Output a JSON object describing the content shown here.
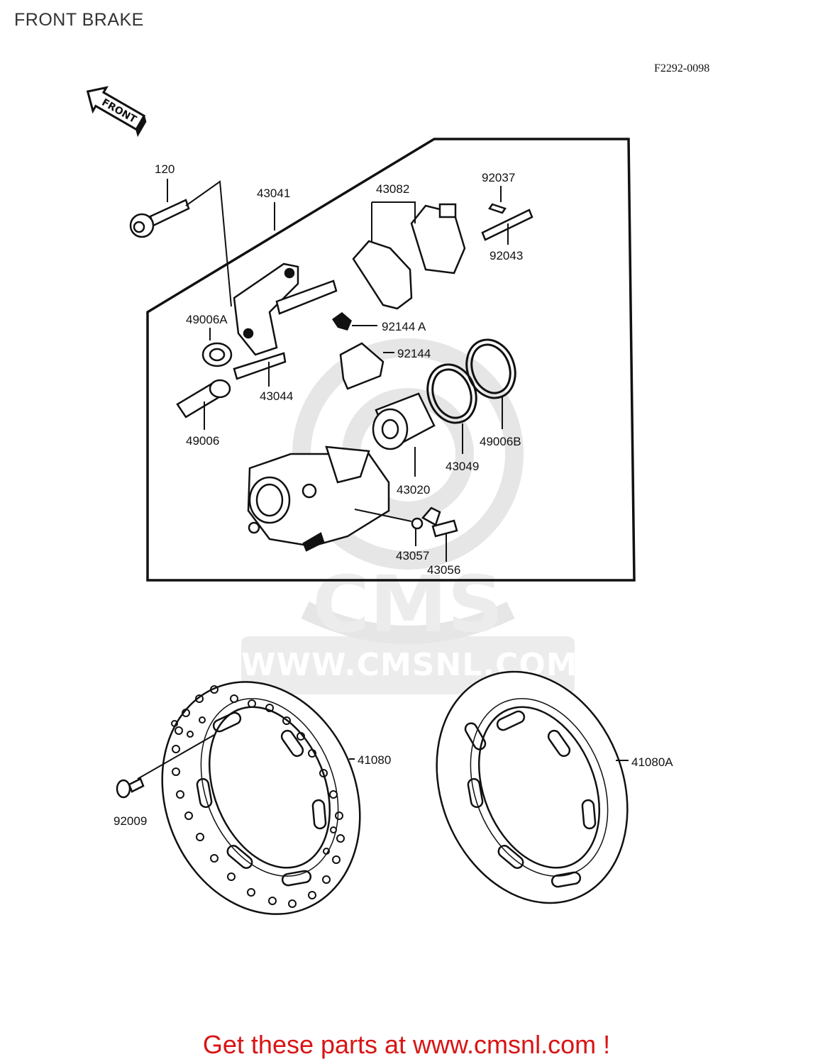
{
  "title": "FRONT BRAKE",
  "diagram_code": "F2292-0098",
  "front_arrow_label": "FRONT",
  "watermark": {
    "logo_text": "CMS",
    "url_text": "WWW.CMSNL.COM"
  },
  "parts": {
    "p120": "120",
    "p43041": "43041",
    "p43082": "43082",
    "p92037": "92037",
    "p92043": "92043",
    "p49006A": "49006A",
    "p92144A": "92144 A",
    "p92144": "92144",
    "p43044": "43044",
    "p49006": "49006",
    "p49006B": "49006B",
    "p43049": "43049",
    "p43020": "43020",
    "p43057": "43057",
    "p43056": "43056",
    "p41080": "41080",
    "p41080A": "41080A",
    "p92009": "92009"
  },
  "footer": "Get these parts at www.cmsnl.com !"
}
